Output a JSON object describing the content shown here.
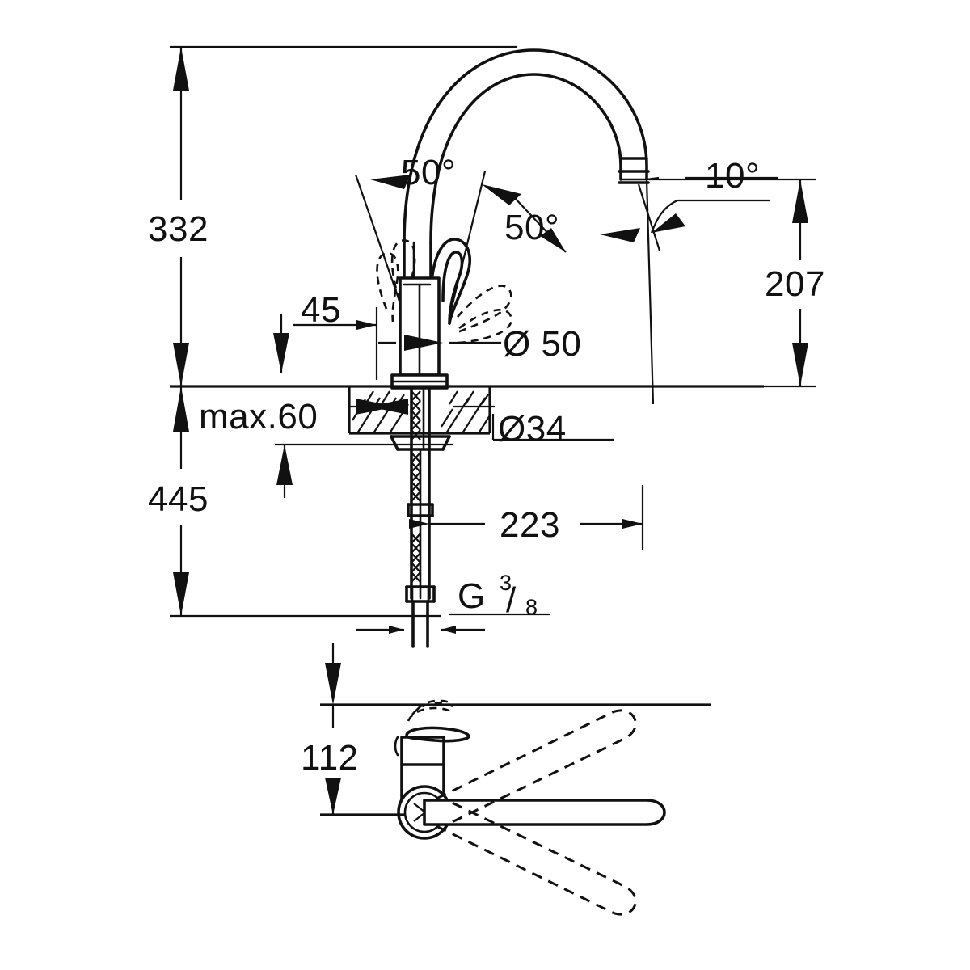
{
  "drawing": {
    "title": "Single-lever kitchen mixer tap dimensional drawing",
    "units": "mm",
    "line_color": "#111111",
    "background_color": "#ffffff",
    "views": [
      {
        "name": "front-elevation",
        "label": "front elevation with section through countertop"
      },
      {
        "name": "top-plan",
        "label": "plan view of lever swing range"
      }
    ]
  },
  "dimensions": {
    "overall_height": "332",
    "spout_height": "207",
    "handle_clearance": "45",
    "spout_diameter": "Ø 50",
    "mounting_hole_diameter": "Ø34",
    "countertop_thickness": "max.60",
    "total_length_below": "445",
    "spout_reach": "223",
    "lever_length": "112"
  },
  "angles": {
    "handle_swing_left": "50°",
    "handle_swing_right": "50°",
    "aerator_tilt": "10°"
  },
  "thread": {
    "prefix": "G",
    "numerator": "3",
    "separator": "/",
    "denominator": "8",
    "full": "G 3/8"
  }
}
